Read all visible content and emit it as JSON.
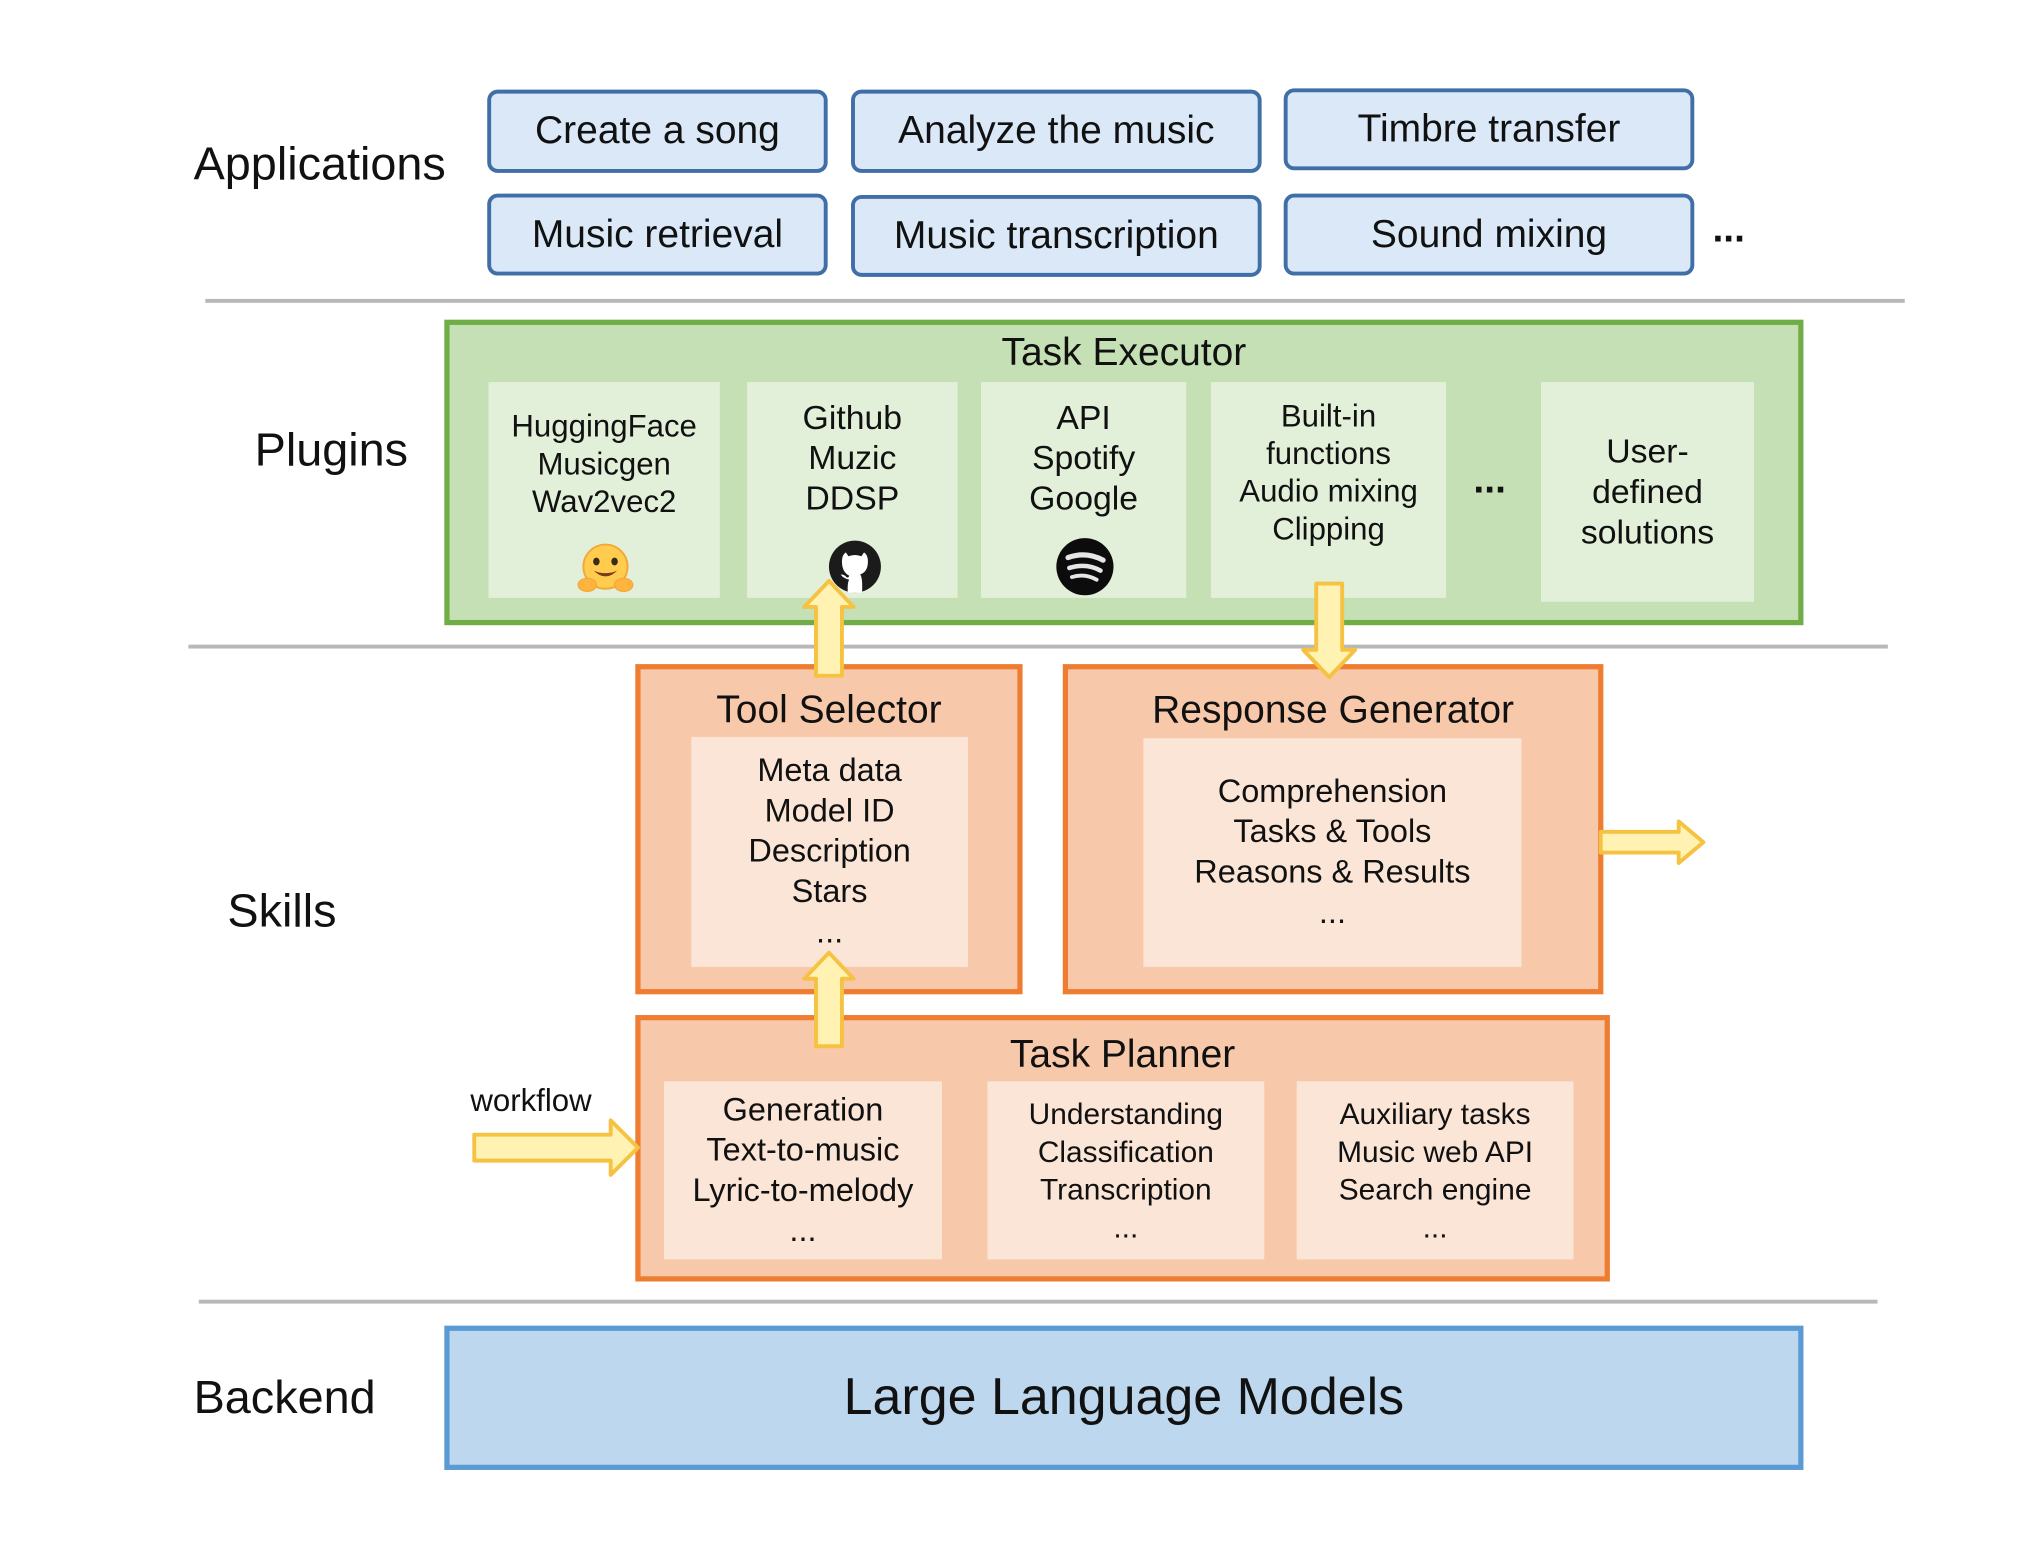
{
  "layers": {
    "applications": "Applications",
    "plugins": "Plugins",
    "skills": "Skills",
    "backend": "Backend"
  },
  "applications": {
    "items": [
      "Create a song",
      "Analyze the music",
      "Timbre transfer",
      "Music retrieval",
      "Music transcription",
      "Sound mixing"
    ],
    "more": "..."
  },
  "plugins": {
    "title": "Task Executor",
    "cards": [
      {
        "lines": [
          "HuggingFace",
          "Musicgen",
          "Wav2vec2"
        ],
        "icon": "hugging-face-icon"
      },
      {
        "lines": [
          "Github",
          "Muzic",
          "DDSP"
        ],
        "icon": "github-icon"
      },
      {
        "lines": [
          "API",
          "Spotify",
          "Google"
        ],
        "icon": "spotify-icon"
      },
      {
        "lines": [
          "Built-in",
          "functions",
          "Audio mixing",
          "Clipping"
        ]
      },
      {
        "lines": [
          "User-",
          "defined",
          "solutions"
        ]
      }
    ],
    "more": "..."
  },
  "skills": {
    "tool_selector": {
      "title": "Tool Selector",
      "lines": [
        "Meta data",
        "Model ID",
        "Description",
        "Stars",
        "..."
      ]
    },
    "response_generator": {
      "title": "Response Generator",
      "lines": [
        "Comprehension",
        "Tasks & Tools",
        "Reasons & Results",
        "..."
      ]
    },
    "task_planner": {
      "title": "Task Planner",
      "groups": [
        {
          "lines": [
            "Generation",
            "Text-to-music",
            "Lyric-to-melody",
            "..."
          ]
        },
        {
          "lines": [
            "Understanding",
            "Classification",
            "Transcription",
            "..."
          ]
        },
        {
          "lines": [
            "Auxiliary tasks",
            "Music web API",
            "Search engine",
            "..."
          ]
        }
      ]
    },
    "workflow_label": "workflow"
  },
  "backend": {
    "title": "Large Language Models"
  },
  "colors": {
    "app_fill": "#dae8f8",
    "app_border": "#3f6fa6",
    "plugin_fill": "#c5e0b4",
    "plugin_border": "#70ad47",
    "plugin_card": "#e3f0d9",
    "skill_fill": "#f7c9aa",
    "skill_border": "#ee7d31",
    "skill_inner": "#fbe5d6",
    "backend_fill": "#bdd7ee",
    "backend_border": "#5b9bd5",
    "arrow_fill": "#fff2b3",
    "arrow_stroke": "#f5c242"
  }
}
